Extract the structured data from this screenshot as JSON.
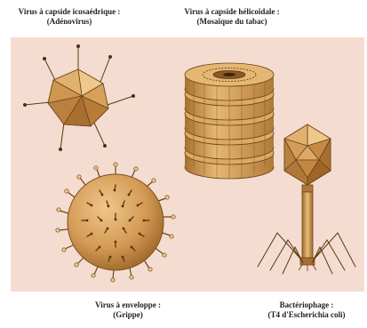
{
  "labels": {
    "icosahedral": {
      "line1": "Virus à capside icosaédrique :",
      "line2": "(Adénovirus)"
    },
    "helical": {
      "line1": "Virus à capside hélicoïdale :",
      "line2": "(Mosaïque du tabac)"
    },
    "enveloped": {
      "line1": "Virus à enveloppe :",
      "line2": "(Grippe)"
    },
    "bacteriophage": {
      "line1": "Bactériophage :",
      "line2": "(T4 d'Escherichia coli)"
    }
  },
  "colors": {
    "panel_background": "#f5dcd0",
    "capsid_light": "#e8b970",
    "capsid_mid": "#c98f45",
    "capsid_dark": "#8a5a25",
    "outline": "#5a3a15"
  }
}
